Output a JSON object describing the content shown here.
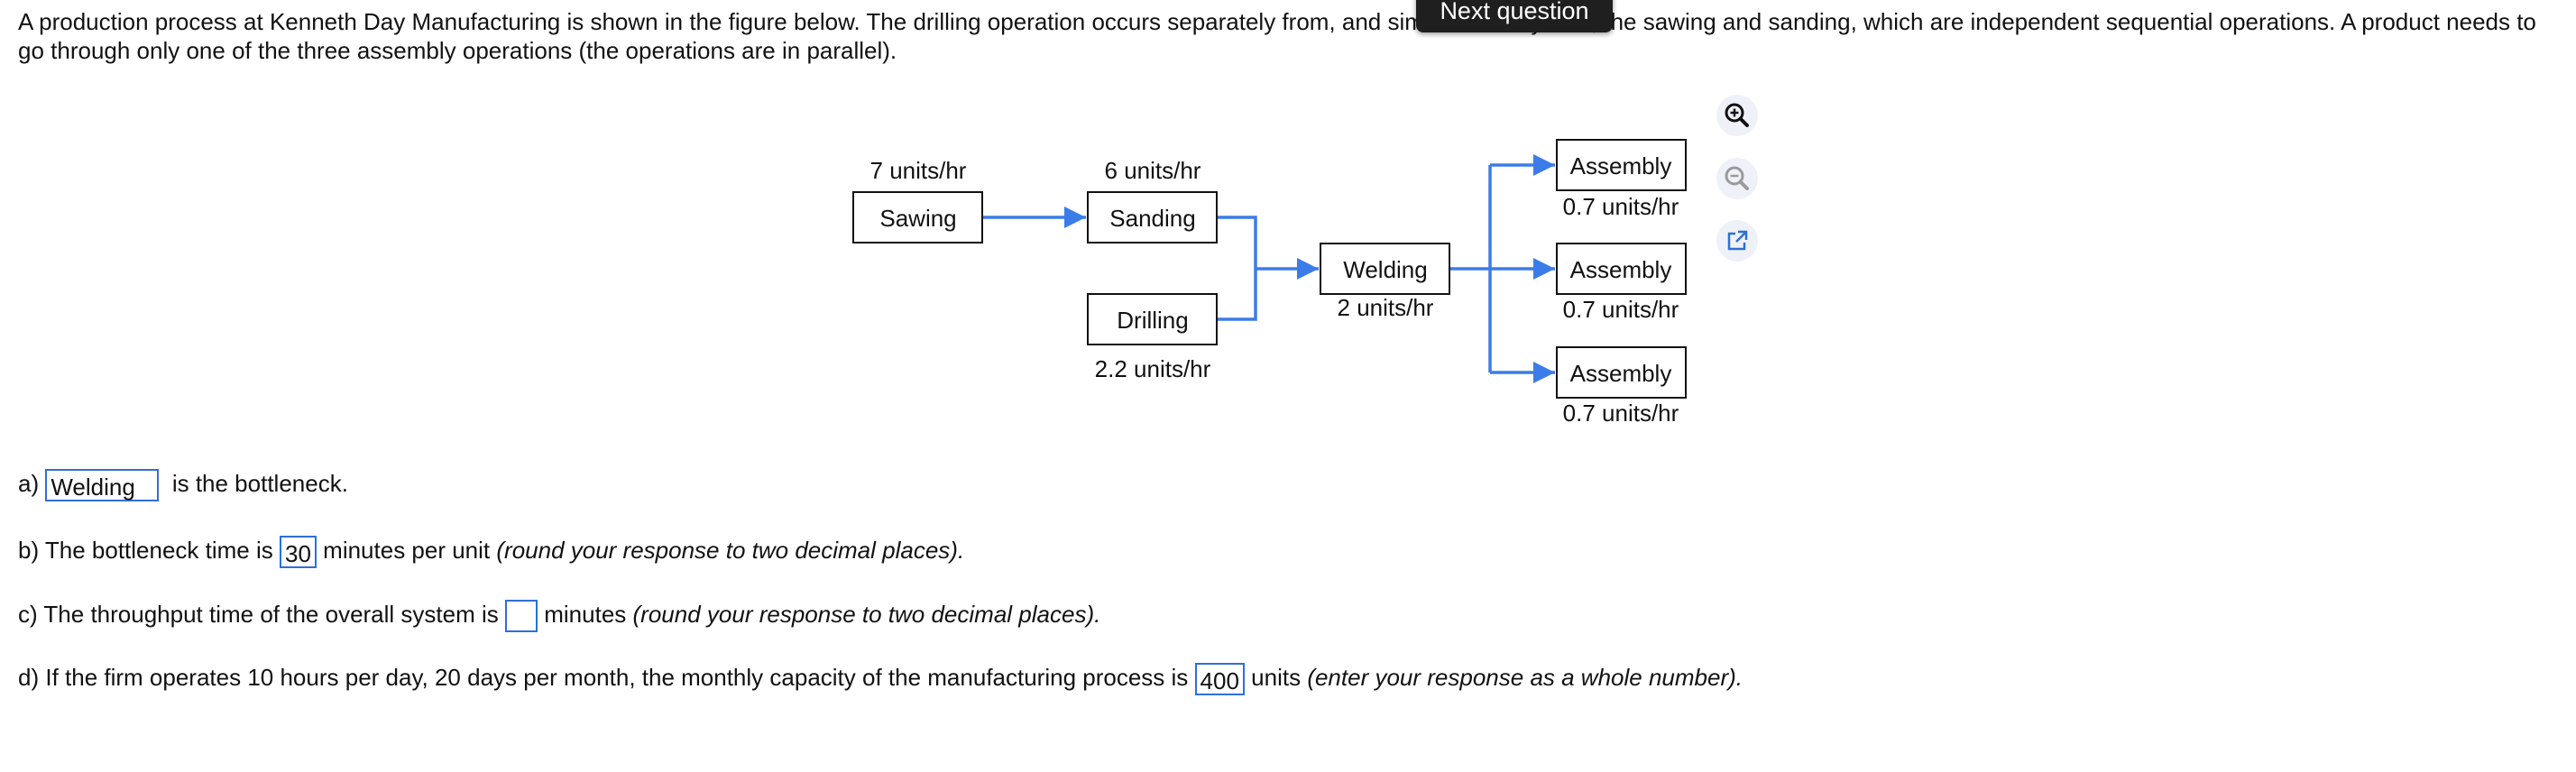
{
  "intro_text": "A production process at Kenneth Day Manufacturing is shown in the figure below. The drilling operation occurs separately from, and simultaneously with, the sawing and sanding, which are independent sequential operations. A product needs to go through only one of the three assembly operations (the operations are in parallel).",
  "toast": {
    "label": "Next question"
  },
  "diagram": {
    "sawing": {
      "name": "Sawing",
      "rate": "7 units/hr"
    },
    "sanding": {
      "name": "Sanding",
      "rate": "6 units/hr"
    },
    "drilling": {
      "name": "Drilling",
      "rate": "2.2 units/hr"
    },
    "welding": {
      "name": "Welding",
      "rate": "2 units/hr"
    },
    "assembly": [
      {
        "name": "Assembly",
        "rate": "0.7 units/hr"
      },
      {
        "name": "Assembly",
        "rate": "0.7 units/hr"
      },
      {
        "name": "Assembly",
        "rate": "0.7 units/hr"
      }
    ],
    "arrow_color": "#3b7ce8"
  },
  "tools": {
    "zoom_in": "zoom-in-icon",
    "zoom_out": "zoom-out-icon",
    "popout": "external-link-icon"
  },
  "questions": {
    "a": {
      "prefix": "a)",
      "answer": "Welding",
      "suffix": "is the bottleneck."
    },
    "b": {
      "prefix": "b) The bottleneck time is",
      "answer": "30",
      "suffix": "minutes per unit",
      "note": "(round your response to two decimal places)."
    },
    "c": {
      "prefix": "c) The throughput time of the overall system is",
      "answer": "",
      "suffix": "minutes",
      "note": "(round your response to two decimal places)."
    },
    "d": {
      "prefix": "d) If the firm operates 10 hours per day, 20 days per month, the monthly capacity of the manufacturing process is",
      "answer": "400",
      "suffix": "units",
      "note": "(enter your response as a whole number)."
    }
  }
}
